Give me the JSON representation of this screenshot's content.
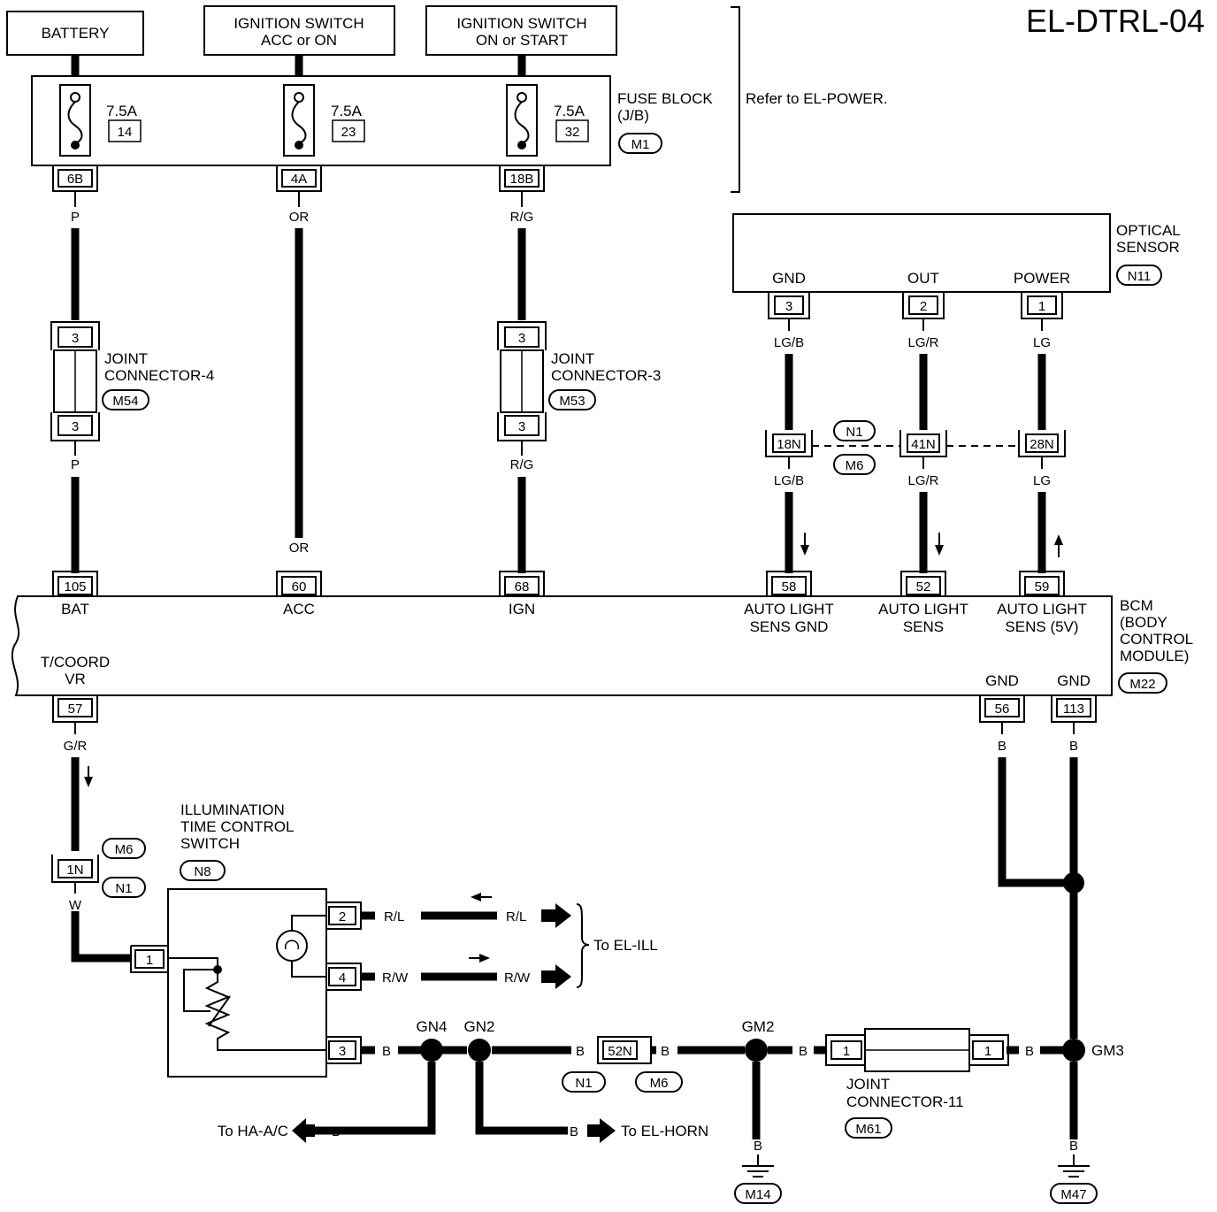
{
  "diagram_id": "EL-DTRL-04",
  "sources": {
    "battery": "BATTERY",
    "ign_acc_line1": "IGNITION SWITCH",
    "ign_acc_line2": "ACC or ON",
    "ign_start_line1": "IGNITION SWITCH",
    "ign_start_line2": "ON or START"
  },
  "fuse_block": {
    "line1": "FUSE BLOCK",
    "line2": "(J/B)",
    "conn": "M1",
    "refer": "Refer to EL-POWER.",
    "fuses": [
      {
        "rating": "7.5A",
        "number": "14",
        "terminal": "6B",
        "wire": "P"
      },
      {
        "rating": "7.5A",
        "number": "23",
        "terminal": "4A",
        "wire": "OR"
      },
      {
        "rating": "7.5A",
        "number": "32",
        "terminal": "18B",
        "wire": "R/G"
      }
    ]
  },
  "joint_connectors": {
    "jc4": {
      "line1": "JOINT",
      "line2": "CONNECTOR-4",
      "conn": "M54",
      "pin_top": "3",
      "pin_bottom": "3",
      "wire_out": "P"
    },
    "jc3": {
      "line1": "JOINT",
      "line2": "CONNECTOR-3",
      "conn": "M53",
      "pin_top": "3",
      "pin_bottom": "3",
      "wire_out": "R/G"
    },
    "jc11": {
      "line1": "JOINT",
      "line2": "CONNECTOR-11",
      "conn": "M61",
      "pin_left": "1",
      "pin_right": "1"
    }
  },
  "optical_sensor": {
    "line1": "OPTICAL",
    "line2": "SENSOR",
    "conn": "N11",
    "pins": [
      {
        "name": "GND",
        "pin": "3",
        "wire": "LG/B"
      },
      {
        "name": "OUT",
        "pin": "2",
        "wire": "LG/R"
      },
      {
        "name": "POWER",
        "pin": "1",
        "wire": "LG"
      }
    ]
  },
  "inline_connectors": {
    "upper": {
      "conn_a": "N1",
      "conn_b": "M6",
      "pins": [
        "18N",
        "41N",
        "28N"
      ],
      "wires": [
        "LG/B",
        "LG/R",
        "LG"
      ]
    },
    "left": {
      "conn_a": "M6",
      "conn_b": "N1",
      "pin": "1N",
      "wire_in": "G/R",
      "wire_out": "W"
    },
    "lower": {
      "conn_a": "N1",
      "conn_b": "M6",
      "pin": "52N"
    }
  },
  "bcm": {
    "line1": "BCM",
    "line2": "(BODY",
    "line3": "CONTROL",
    "line4": "MODULE)",
    "conn": "M22",
    "top_terminals": [
      {
        "pin": "105",
        "label1": "BAT",
        "label2": ""
      },
      {
        "pin": "60",
        "label1": "ACC",
        "label2": ""
      },
      {
        "pin": "68",
        "label1": "IGN",
        "label2": ""
      },
      {
        "pin": "58",
        "label1": "AUTO LIGHT",
        "label2": "SENS GND"
      },
      {
        "pin": "52",
        "label1": "AUTO LIGHT",
        "label2": "SENS"
      },
      {
        "pin": "59",
        "label1": "AUTO LIGHT",
        "label2": "SENS (5V)"
      }
    ],
    "acc_wire_label": "OR",
    "bottom_terminals": [
      {
        "pin": "57",
        "label1": "T/COORD",
        "label2": "VR"
      },
      {
        "pin": "56",
        "label1": "GND",
        "label2": "",
        "wire": "B"
      },
      {
        "pin": "113",
        "label1": "GND",
        "label2": "",
        "wire": "B"
      }
    ]
  },
  "illumination_switch": {
    "line1": "ILLUMINATION",
    "line2": "TIME CONTROL",
    "line3": "SWITCH",
    "conn": "N8",
    "pin_in": "1",
    "pins": [
      {
        "pin": "2",
        "wire": "R/L"
      },
      {
        "pin": "4",
        "wire": "R/W"
      },
      {
        "pin": "3",
        "wire": "B"
      }
    ],
    "el_ill_ref": "To EL-ILL"
  },
  "ground_splices": {
    "gn4": "GN4",
    "gn2": "GN2",
    "gm2": "GM2",
    "gm3": "GM3",
    "wire": "B",
    "to_ha_ac": "To HA-A/C",
    "to_el_horn": "To EL-HORN",
    "ground_m14": "M14",
    "ground_m47": "M47"
  }
}
